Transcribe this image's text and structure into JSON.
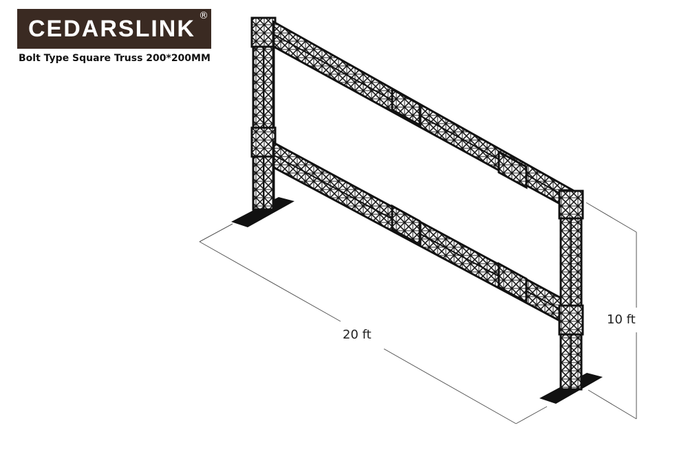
{
  "logo": {
    "brand": "CEDARSLINK",
    "registered": "®"
  },
  "subtitle": "Bolt Type Square Truss 200*200MM",
  "dimensions": {
    "width": "20 ft",
    "height": "10 ft"
  },
  "colors": {
    "logo_bg": "#3a2a22",
    "truss": "#1a1a1a",
    "dimension_line": "#555555"
  }
}
